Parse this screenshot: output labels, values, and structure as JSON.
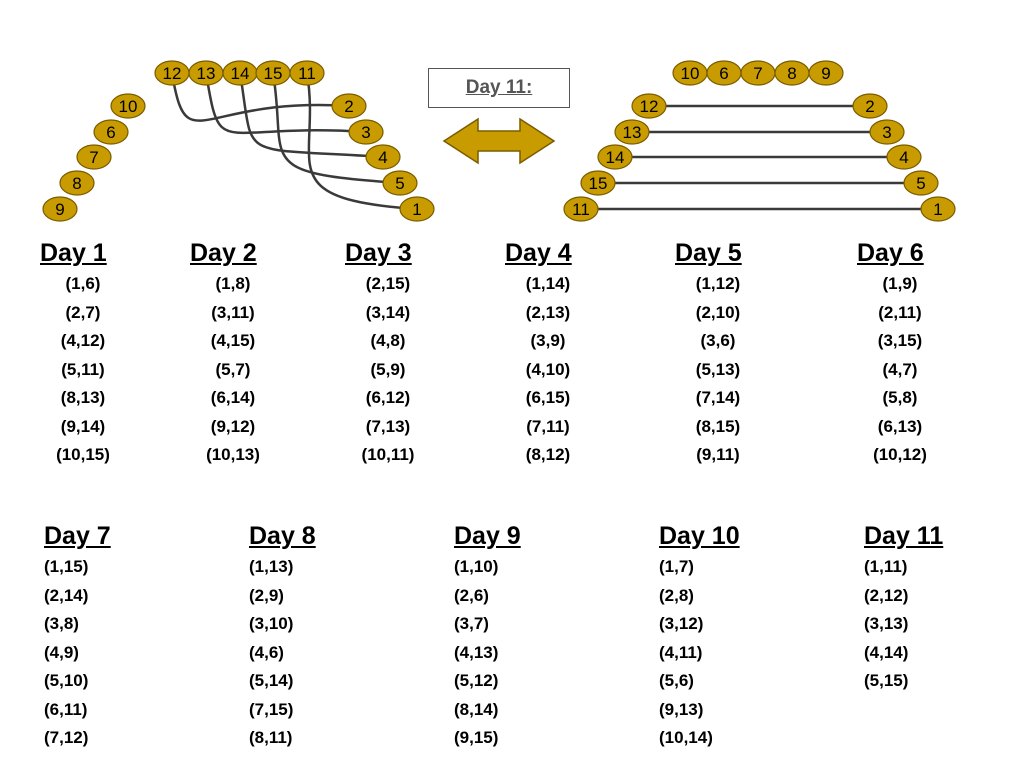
{
  "colors": {
    "node_fill": "#c89c00",
    "node_stroke": "#7a5c00",
    "line": "#3a3a3a",
    "arrow_fill": "#c89c00"
  },
  "rotation_left": {
    "top_row": [
      "12",
      "13",
      "14",
      "15",
      "11"
    ],
    "left_side": [
      "10",
      "6",
      "7",
      "8",
      "9"
    ],
    "right_side": [
      "2",
      "3",
      "4",
      "5",
      "1"
    ],
    "pairs": [
      [
        "12",
        "2"
      ],
      [
        "13",
        "3"
      ],
      [
        "14",
        "4"
      ],
      [
        "15",
        "5"
      ],
      [
        "11",
        "1"
      ]
    ]
  },
  "rotation_right": {
    "top_row": [
      "10",
      "6",
      "7",
      "8",
      "9"
    ],
    "left_side": [
      "12",
      "13",
      "14",
      "15",
      "11"
    ],
    "right_side": [
      "2",
      "3",
      "4",
      "5",
      "1"
    ],
    "pairs": [
      [
        "12",
        "2"
      ],
      [
        "13",
        "3"
      ],
      [
        "14",
        "4"
      ],
      [
        "15",
        "5"
      ],
      [
        "11",
        "1"
      ]
    ]
  },
  "day_label": "Day 11:",
  "arrow_icon": "double-arrow-icon",
  "schedule_top": [
    {
      "day": "Day 1",
      "pairs": [
        "(1,6)",
        "(2,7)",
        "(4,12)",
        "(5,11)",
        "(8,13)",
        "(9,14)",
        "(10,15)"
      ]
    },
    {
      "day": "Day 2",
      "pairs": [
        "(1,8)",
        "(3,11)",
        "(4,15)",
        "(5,7)",
        "(6,14)",
        "(9,12)",
        "(10,13)"
      ]
    },
    {
      "day": "Day 3",
      "pairs": [
        "(2,15)",
        "(3,14)",
        "(4,8)",
        "(5,9)",
        "(6,12)",
        "(7,13)",
        "(10,11)"
      ]
    },
    {
      "day": "Day 4",
      "pairs": [
        "(1,14)",
        "(2,13)",
        "(3,9)",
        "(4,10)",
        "(6,15)",
        "(7,11)",
        "(8,12)"
      ]
    },
    {
      "day": "Day 5",
      "pairs": [
        "(1,12)",
        "(2,10)",
        "(3,6)",
        "(5,13)",
        "(7,14)",
        "(8,15)",
        "(9,11)"
      ]
    },
    {
      "day": "Day 6",
      "pairs": [
        "(1,9)",
        "(2,11)",
        "(3,15)",
        "(4,7)",
        "(5,8)",
        "(6,13)",
        "(10,12)"
      ]
    }
  ],
  "schedule_bottom": [
    {
      "day": "Day 7",
      "pairs": [
        "(1,15)",
        "(2,14)",
        "(3,8)",
        "(4,9)",
        "(5,10)",
        "(6,11)",
        "(7,12)"
      ]
    },
    {
      "day": "Day 8",
      "pairs": [
        "(1,13)",
        "(2,9)",
        "(3,10)",
        "(4,6)",
        "(5,14)",
        "(7,15)",
        "(8,11)"
      ]
    },
    {
      "day": "Day 9",
      "pairs": [
        "(1,10)",
        "(2,6)",
        "(3,7)",
        "(4,13)",
        "(5,12)",
        "(8,14)",
        "(9,15)"
      ]
    },
    {
      "day": "Day 10 ",
      "pairs": [
        "(1,7)",
        "(2,8)",
        "(3,12)",
        "(4,11)",
        "(5,6)",
        "(9,13)",
        "(10,14)"
      ]
    },
    {
      "day": "Day 11",
      "pairs": [
        "(1,11)",
        "(2,12)",
        "(3,13)",
        "(4,14)",
        "(5,15)"
      ]
    }
  ]
}
